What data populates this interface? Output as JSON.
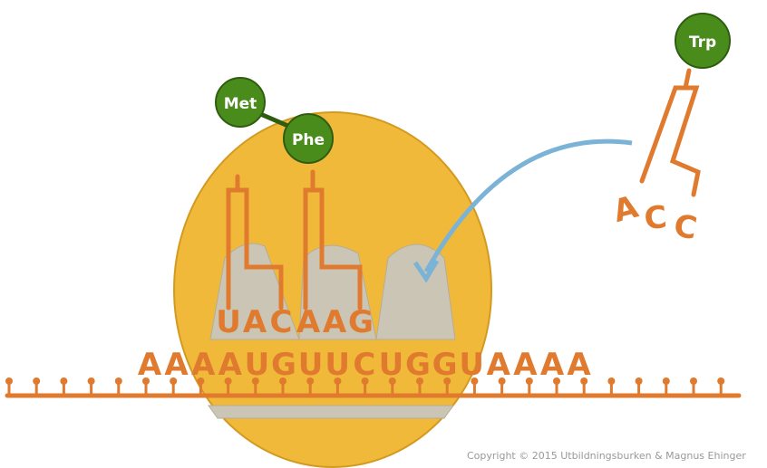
{
  "mrna": [
    "A",
    "A",
    "A",
    "A",
    "U",
    "G",
    "U",
    "U",
    "C",
    "U",
    "G",
    "G",
    "U",
    "A",
    "A",
    "A",
    "A"
  ],
  "trna_left": {
    "anticodon": [
      "U",
      "A",
      "C"
    ],
    "amino_acid": "Met"
  },
  "trna_middle": {
    "anticodon": [
      "A",
      "A",
      "G"
    ],
    "amino_acid": "Phe"
  },
  "trna_incoming": {
    "anticodon": [
      "A",
      "C",
      "C"
    ],
    "amino_acid": "Trp"
  },
  "copyright": "Copyright © 2015 Utbildningsburken & Magnus Ehinger",
  "colors": {
    "ribosome": "#f0b93a",
    "rna": "#e07a2e",
    "amino": "#4a8c1c",
    "arrow": "#7bb3d6",
    "site": "#c9c3b4"
  }
}
